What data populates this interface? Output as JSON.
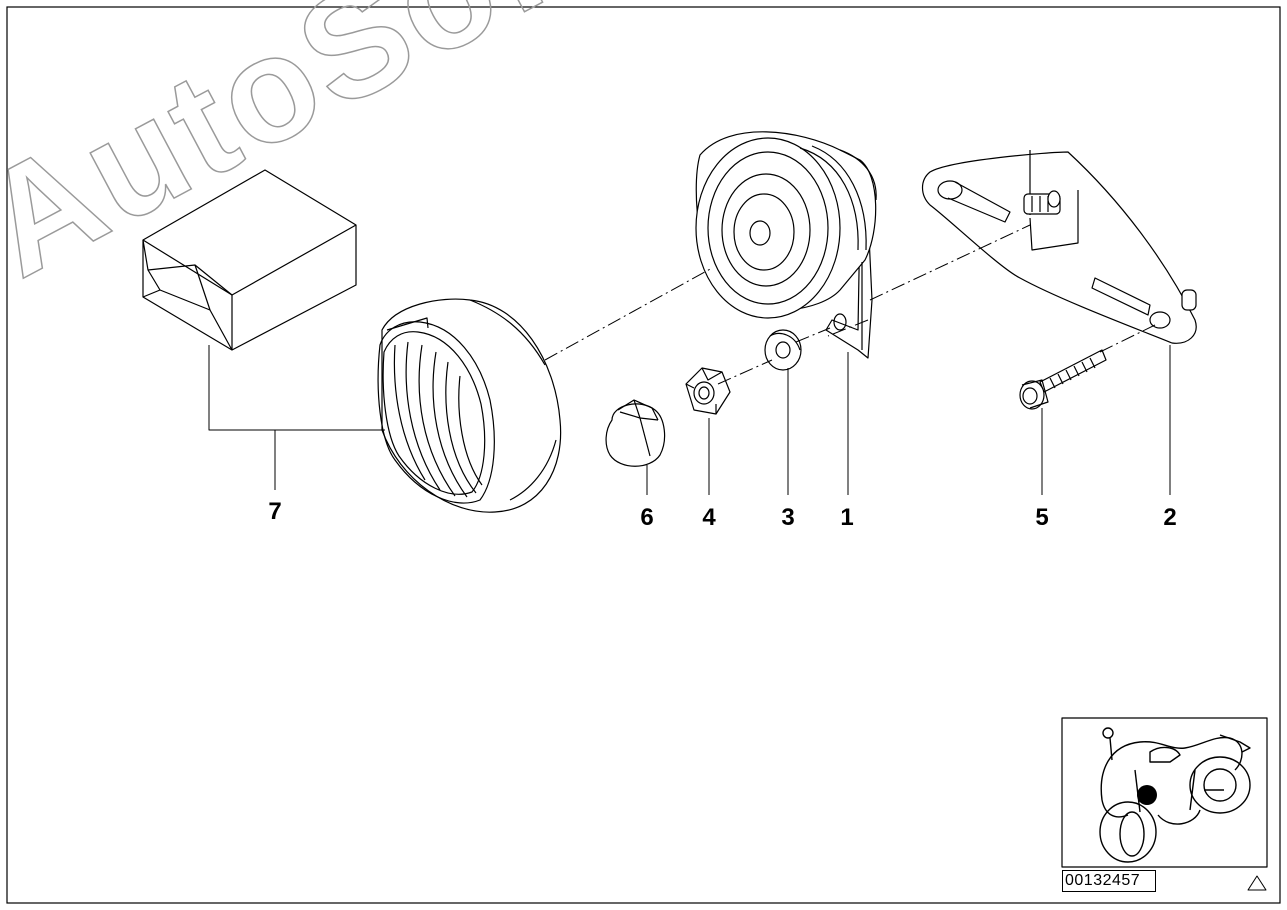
{
  "diagram": {
    "callouts": [
      {
        "id": "1",
        "label": "1"
      },
      {
        "id": "2",
        "label": "2"
      },
      {
        "id": "3",
        "label": "3"
      },
      {
        "id": "4",
        "label": "4"
      },
      {
        "id": "5",
        "label": "5"
      },
      {
        "id": "6",
        "label": "6"
      },
      {
        "id": "7",
        "label": "7"
      }
    ],
    "diagram_number": "00132457",
    "watermark_text": "AutoSoft",
    "locator_icon": "motorcycle-locator-icon",
    "corner_icon": "triangle-icon"
  },
  "colors": {
    "line": "#000000",
    "background": "#ffffff",
    "watermark_outline": "#9a9a9a"
  }
}
